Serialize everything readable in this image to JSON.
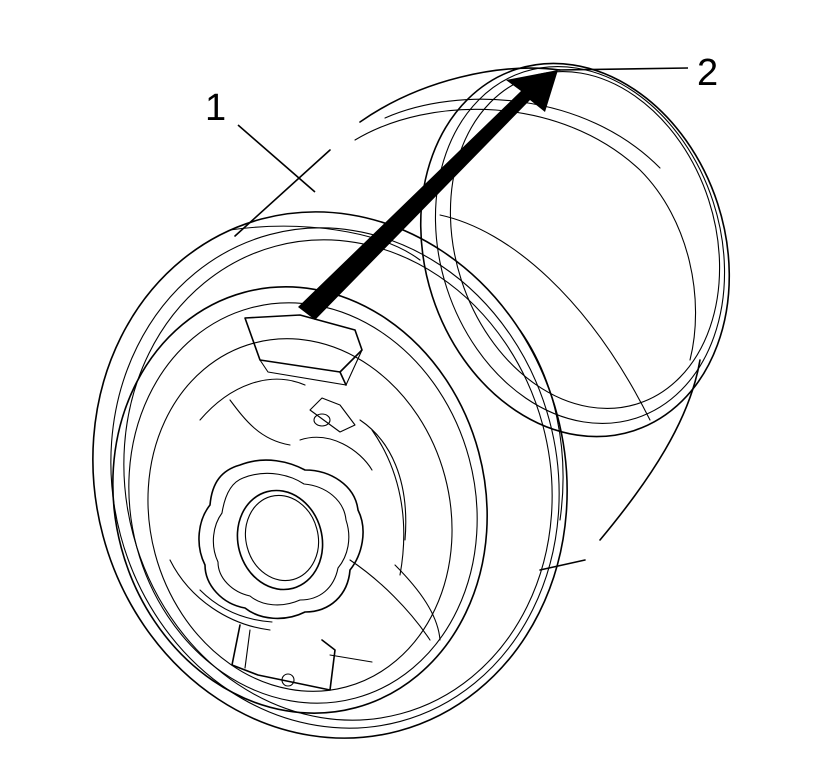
{
  "callouts": [
    {
      "id": "1",
      "label": "1"
    },
    {
      "id": "2",
      "label": "2"
    }
  ],
  "colors": {
    "line": "#000000",
    "background": "#ffffff",
    "arrow": "#000000"
  },
  "icons": {
    "arrow": "direction-arrow-icon"
  }
}
